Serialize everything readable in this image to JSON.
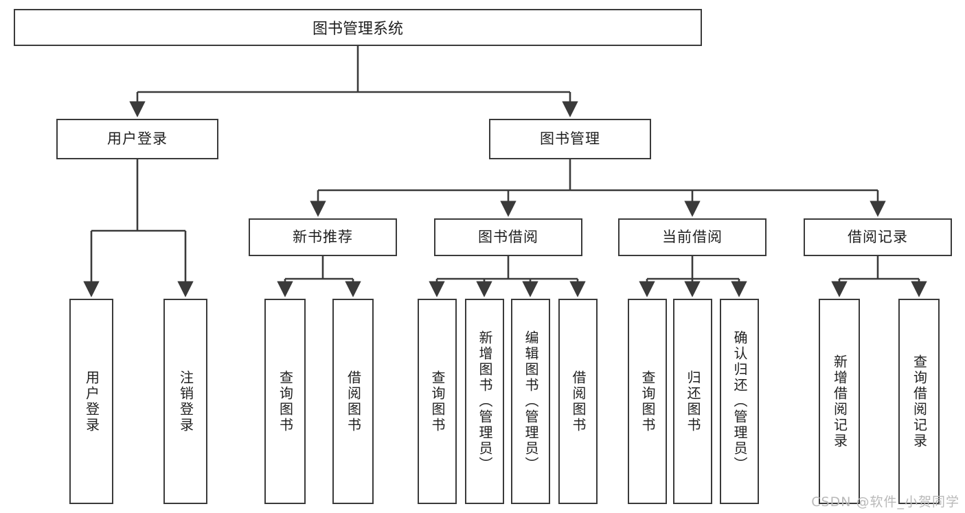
{
  "diagram": {
    "title": "图书管理系统",
    "type": "tree",
    "root": {
      "label": "图书管理系统"
    },
    "level1": [
      {
        "label": "用户登录"
      },
      {
        "label": "图书管理"
      }
    ],
    "level2": [
      {
        "label": "新书推荐"
      },
      {
        "label": "图书借阅"
      },
      {
        "label": "当前借阅"
      },
      {
        "label": "借阅记录"
      }
    ],
    "leaves": [
      {
        "label": "用户登录"
      },
      {
        "label": "注销登录"
      },
      {
        "label": "查询图书"
      },
      {
        "label": "借阅图书"
      },
      {
        "label": "查询图书"
      },
      {
        "label": "新增图书（管理员）"
      },
      {
        "label": "编辑图书（管理员）"
      },
      {
        "label": "借阅图书"
      },
      {
        "label": "查询图书"
      },
      {
        "label": "归还图书"
      },
      {
        "label": "确认归还（管理员）"
      },
      {
        "label": "新增借阅记录"
      },
      {
        "label": "查询借阅记录"
      }
    ],
    "watermark": "CSDN @软件_小贺同学",
    "colors": {
      "stroke": "#3a3a3a",
      "fill": "#ffffff",
      "text": "#1f1f1f",
      "watermark": "#b9b9b9"
    }
  }
}
